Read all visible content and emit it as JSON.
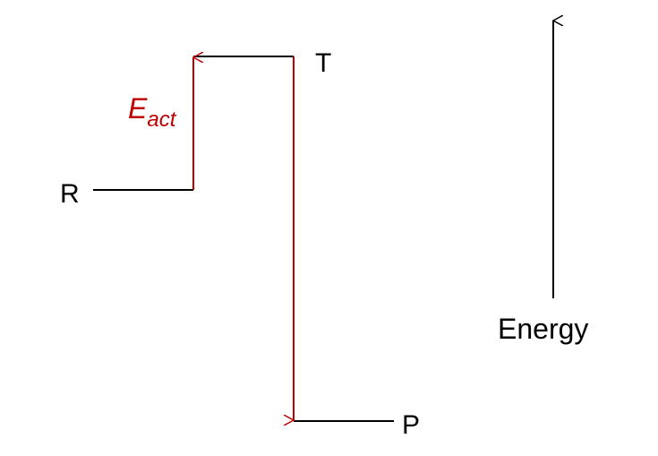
{
  "labels": {
    "reactant": "R",
    "transition": "T",
    "product": "P",
    "energy_axis": "Energy",
    "activation_main": "E",
    "activation_sub": "act"
  },
  "colors": {
    "arrow": "#c00000",
    "level": "#000000"
  }
}
